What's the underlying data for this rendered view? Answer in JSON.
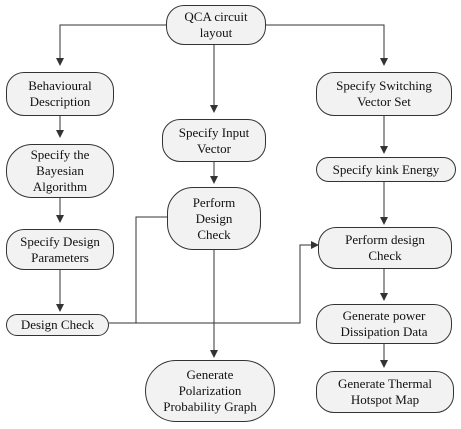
{
  "nodes": {
    "qca": "QCA circuit\nlayout",
    "behavioural": "Behavioural\nDescription",
    "bayesian": "Specify the\nBayesian\nAlgorithm",
    "design_params": "Specify Design\nParameters",
    "design_check": "Design Check",
    "input_vector": "Specify Input\nVector",
    "perform_check_mid": "Perform\nDesign\nCheck",
    "polarization": "Generate\nPolarization\nProbability Graph",
    "switching": "Specify Switching\nVector Set",
    "kink": "Specify kink Energy",
    "perform_check_right": "Perform design\nCheck",
    "power": "Generate power\nDissipation Data",
    "thermal": "Generate Thermal\nHotspot Map"
  },
  "colors": {
    "node_fill": "#f2f2f2",
    "stroke": "#333333"
  }
}
